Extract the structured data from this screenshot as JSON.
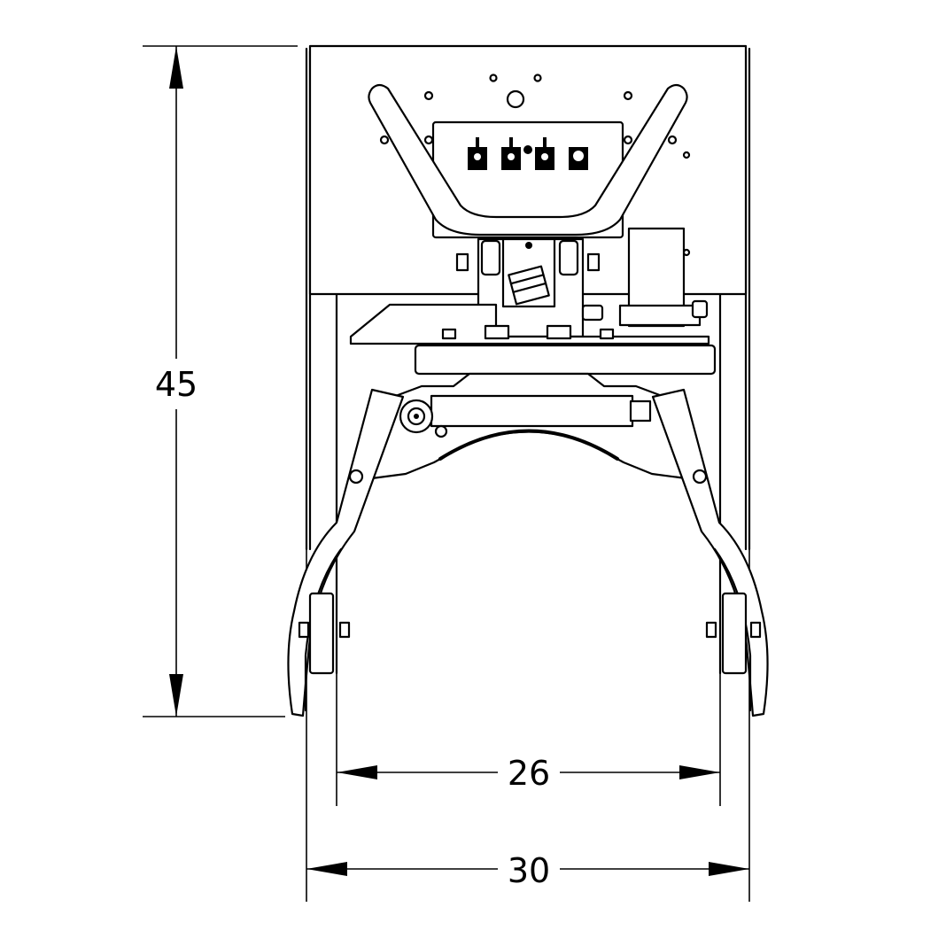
{
  "drawing": {
    "subject": "Drum handler front view",
    "line_color": "#000000",
    "background_color": "#ffffff"
  },
  "dimensions": {
    "height": {
      "label": "45",
      "orientation": "vertical"
    },
    "inner_width": {
      "label": "26",
      "orientation": "horizontal"
    },
    "outer_width": {
      "label": "30",
      "orientation": "horizontal"
    }
  },
  "control_panel": {
    "toggle_switches": 3,
    "push_buttons": 1
  }
}
